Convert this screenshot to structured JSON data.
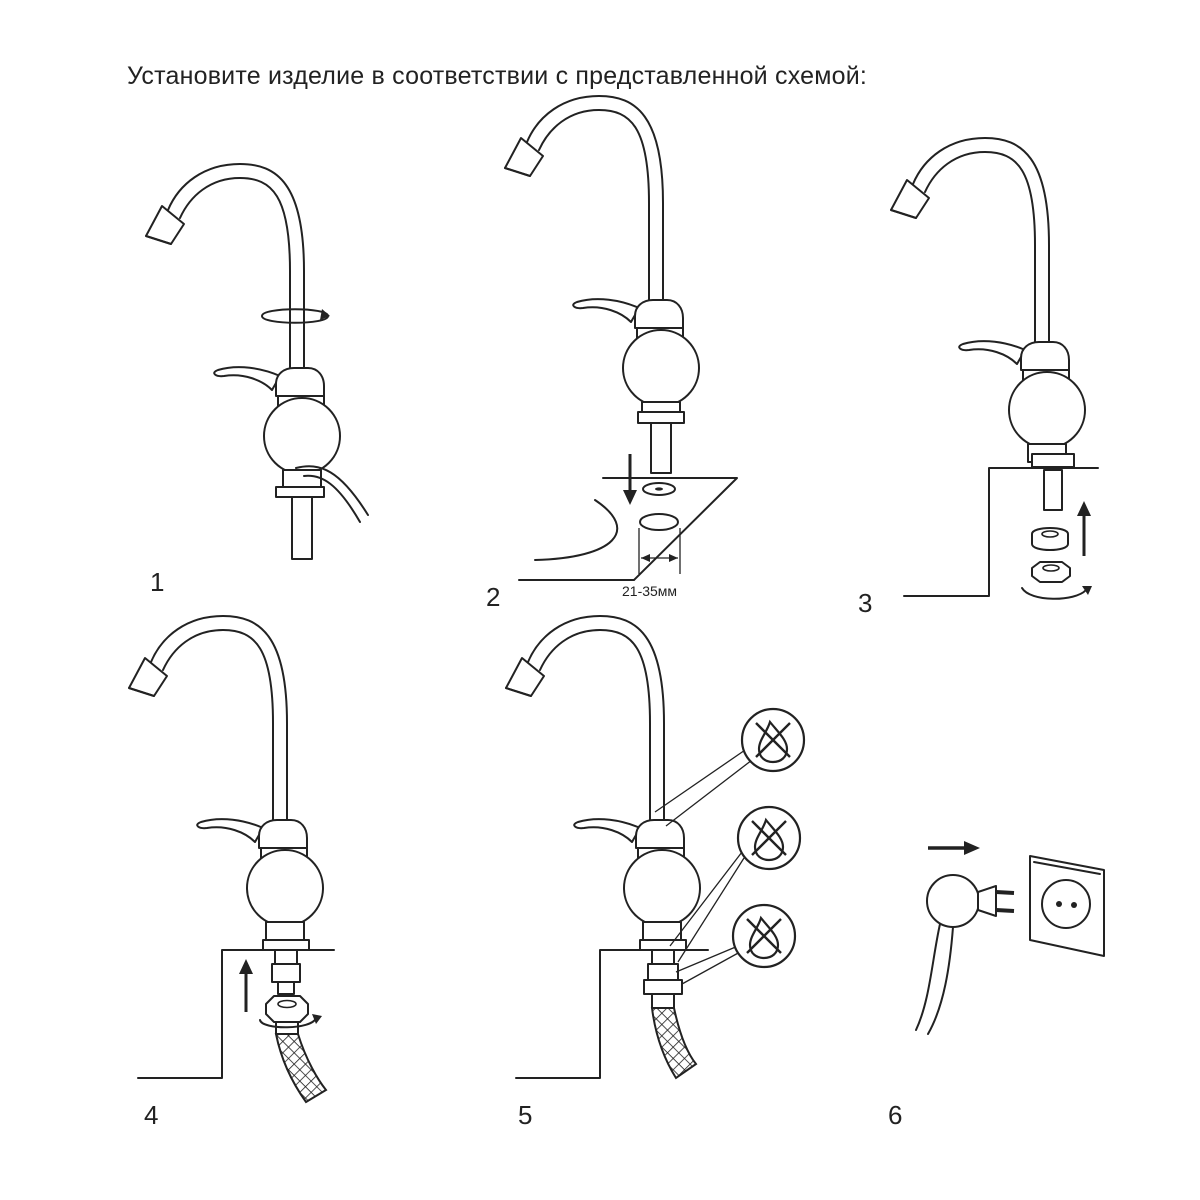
{
  "title": "Установите изделие в соответствии с представленной схемой:",
  "steps": [
    {
      "number": "1"
    },
    {
      "number": "2",
      "dimension_label": "21-35мм"
    },
    {
      "number": "3"
    },
    {
      "number": "4"
    },
    {
      "number": "5"
    },
    {
      "number": "6"
    }
  ]
}
